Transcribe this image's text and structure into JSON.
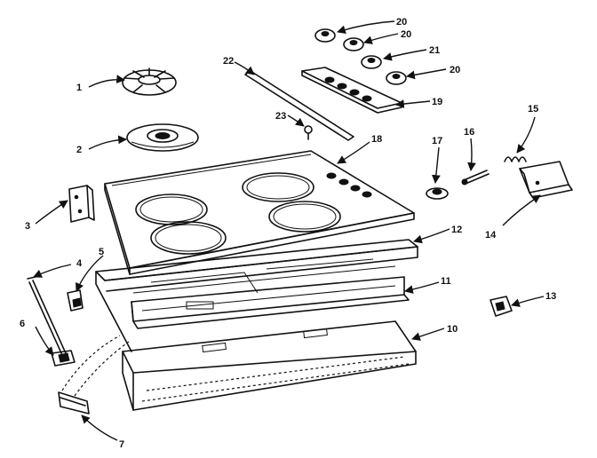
{
  "callouts": [
    {
      "id": "1",
      "label": "1"
    },
    {
      "id": "2",
      "label": "2"
    },
    {
      "id": "3",
      "label": "3"
    },
    {
      "id": "4",
      "label": "4"
    },
    {
      "id": "5",
      "label": "5"
    },
    {
      "id": "6",
      "label": "6"
    },
    {
      "id": "7",
      "label": "7"
    },
    {
      "id": "10",
      "label": "10"
    },
    {
      "id": "11",
      "label": "11"
    },
    {
      "id": "12",
      "label": "12"
    },
    {
      "id": "13",
      "label": "13"
    },
    {
      "id": "14",
      "label": "14"
    },
    {
      "id": "15",
      "label": "15"
    },
    {
      "id": "16",
      "label": "16"
    },
    {
      "id": "17",
      "label": "17"
    },
    {
      "id": "18",
      "label": "18"
    },
    {
      "id": "19",
      "label": "19"
    },
    {
      "id": "20a",
      "label": "20"
    },
    {
      "id": "20b",
      "label": "20"
    },
    {
      "id": "20c",
      "label": "20"
    },
    {
      "id": "21",
      "label": "21"
    },
    {
      "id": "22",
      "label": "22"
    },
    {
      "id": "23",
      "label": "23"
    }
  ]
}
